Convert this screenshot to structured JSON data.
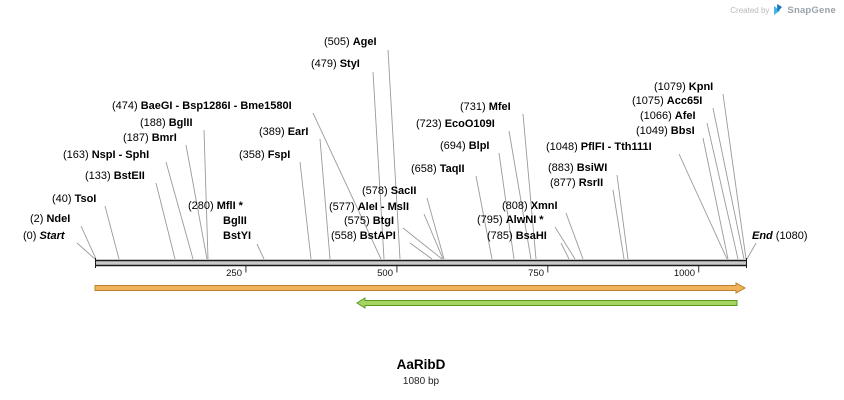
{
  "watermark": {
    "created_by": "Created by",
    "brand": "SnapGene"
  },
  "footer": {
    "title": "AaRibD",
    "length": "1080 bp"
  },
  "ruler": {
    "ticks": [
      "250",
      "500",
      "750",
      "1000"
    ]
  },
  "ends": {
    "start_pos": "(0)",
    "start_name": "Start",
    "end_name": "End",
    "end_pos": "(1080)"
  },
  "sites": [
    {
      "pos": "(505)",
      "name": "AgeI"
    },
    {
      "pos": "(479)",
      "name": "StyI"
    },
    {
      "pos": "(474)",
      "name": "BaeGI - Bsp1286I - Bme1580I"
    },
    {
      "pos": "(731)",
      "name": "MfeI"
    },
    {
      "pos": "(1079)",
      "name": "KpnI"
    },
    {
      "pos": "(1075)",
      "name": "Acc65I"
    },
    {
      "pos": "(188)",
      "name": "BglII"
    },
    {
      "pos": "(723)",
      "name": "EcoO109I"
    },
    {
      "pos": "(1066)",
      "name": "AfeI"
    },
    {
      "pos": "(187)",
      "name": "BmrI"
    },
    {
      "pos": "(389)",
      "name": "EarI"
    },
    {
      "pos": "(1049)",
      "name": "BbsI"
    },
    {
      "pos": "(163)",
      "name": "NspI - SphI"
    },
    {
      "pos": "(358)",
      "name": "FspI"
    },
    {
      "pos": "(694)",
      "name": "BlpI"
    },
    {
      "pos": "(1048)",
      "name": "PflFI - Tth111I"
    },
    {
      "pos": "(658)",
      "name": "TaqII"
    },
    {
      "pos": "(883)",
      "name": "BsiWI"
    },
    {
      "pos": "(133)",
      "name": "BstEII"
    },
    {
      "pos": "(877)",
      "name": "RsrII"
    },
    {
      "pos": "(578)",
      "name": "SacII"
    },
    {
      "pos": "(40)",
      "name": "TsoI"
    },
    {
      "pos": "(280)",
      "name": "MflI *"
    },
    {
      "pos": "(577)",
      "name": "AleI - MslI"
    },
    {
      "pos": "(808)",
      "name": "XmnI"
    },
    {
      "pos": "(2)",
      "name": "NdeI"
    },
    {
      "pos": "",
      "name": "BglII"
    },
    {
      "pos": "(575)",
      "name": "BtgI"
    },
    {
      "pos": "(795)",
      "name": "AlwNI *"
    },
    {
      "pos": "",
      "name": "BstYI"
    },
    {
      "pos": "(558)",
      "name": "BstAPI"
    },
    {
      "pos": "(785)",
      "name": "BsaHI"
    }
  ]
}
